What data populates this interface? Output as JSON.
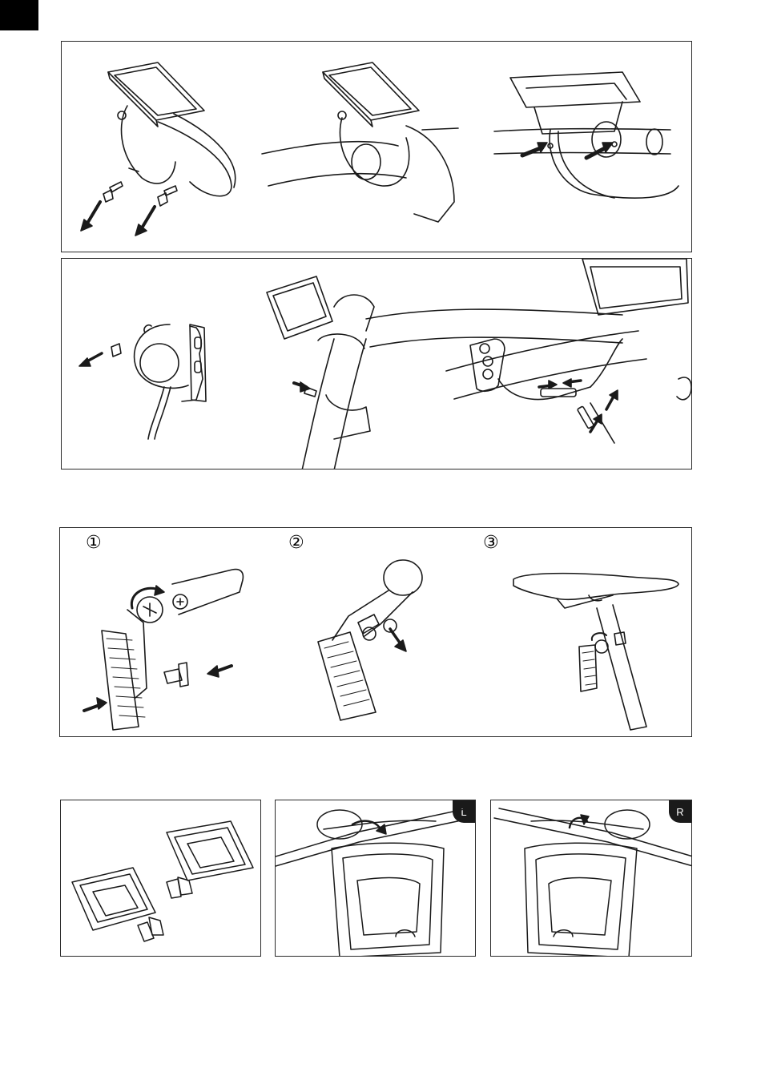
{
  "page": {
    "background": "#ffffff",
    "line_color": "#1a1a1a"
  },
  "header": {
    "tab_color": "#000000"
  },
  "display_mount": {
    "illustrations": [
      "remove-clamp-screws",
      "display-on-handlebar",
      "display-cable-connection"
    ]
  },
  "control_mount": {
    "illustrations": [
      "control-unit-clamp",
      "display-clamp-screw",
      "control-cable-connection"
    ]
  },
  "reflector": {
    "steps": [
      {
        "label": "①"
      },
      {
        "label": "②"
      },
      {
        "label": "③"
      }
    ]
  },
  "pedals": {
    "left_badge": "L",
    "right_badge": "R"
  }
}
